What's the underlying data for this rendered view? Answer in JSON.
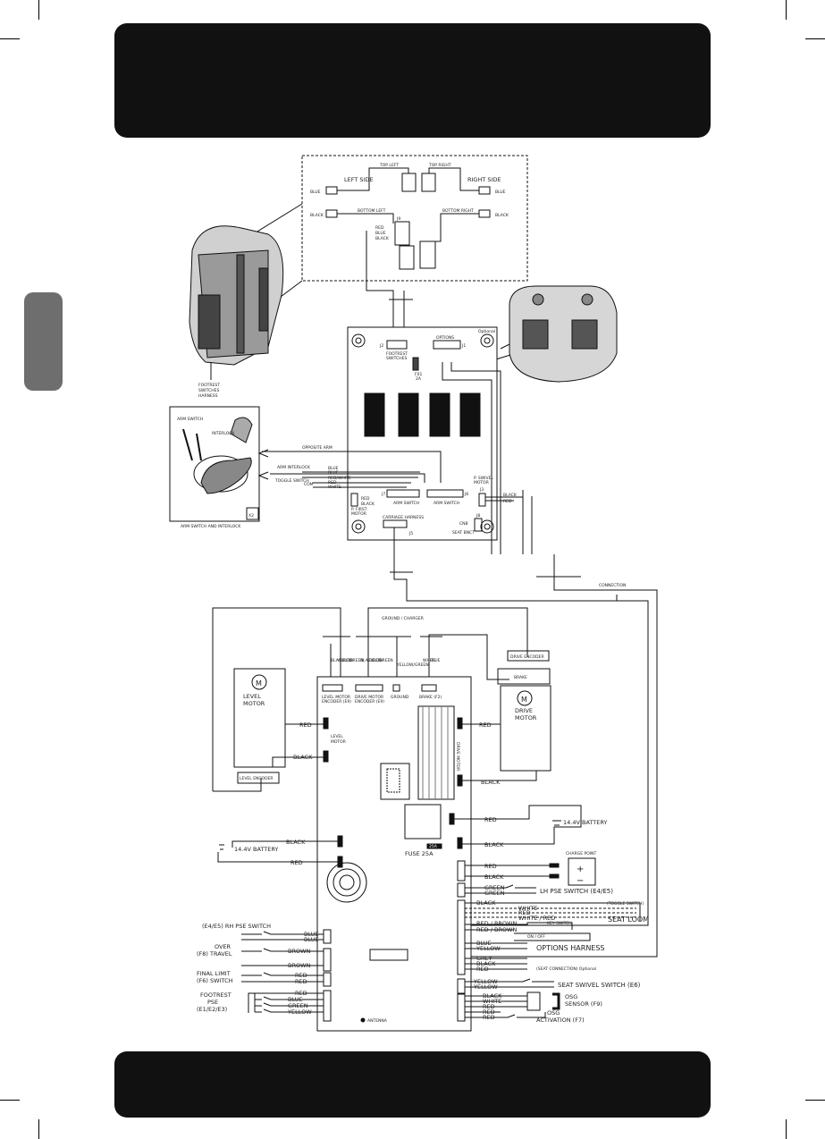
{
  "footrest": {
    "left_side": "LEFT SIDE",
    "right_side": "RIGHT SIDE",
    "top_left": "TOP LEFT",
    "top_right": "TOP RIGHT",
    "bottom_left": "BOTTOM LEFT",
    "bottom_right": "BOTTOM RIGHT",
    "blue": "BLUE",
    "black": "BLACK",
    "red": "RED",
    "j9": "J9",
    "harness_1": "FOOTREST",
    "harness_2": "SWITCHES",
    "harness_3": "HARNESS"
  },
  "upper_board": {
    "optional": "Optional",
    "j2": "J2",
    "j1": "J1",
    "j2_label_1": "FOOTREST",
    "j2_label_2": "SWITCHES",
    "options": "OPTIONS",
    "fuse": "F01",
    "fuse_rating": "2A",
    "arm_interlock": "ARM INTERLOCK",
    "toggle_switch": "TOGGLE SWITCH",
    "com": "COM",
    "j7": "J7",
    "j6": "J6",
    "arm_switch_j7": "ARM SWITCH",
    "arm_switch_j6": "ARM SWITCH",
    "swivel_motor_1": "P. SWIVEL",
    "swivel_motor_2": "MOTOR",
    "j3": "J3",
    "first_motor_1": "P. FIRST",
    "first_motor_2": "MOTOR",
    "carriage_harness": "CARRIAGE HARNESS",
    "j5": "J5",
    "j8": "J8",
    "cnb": "CNB",
    "seat_bnct": "SEAT BNCT",
    "opposite_arm": "OPPOSITE ARM",
    "connection": "CONNECTION"
  },
  "arm_panel": {
    "arm_switch": "ARM SWITCH",
    "interlock": "INTERLOCK",
    "caption": "ARM SWITCH AND INTERLOCK",
    "x2": "X2"
  },
  "main_board": {
    "ground_charger": "GROUND / CHARGER",
    "drive_encoder": "DRIVE ENCODER",
    "brake": "BRAKE",
    "level_motor_encoder_1": "LEVEL MOTOR",
    "level_motor_encoder_2": "ENCODER (E9)",
    "drive_motor_encoder_1": "DRIVE MOTOR",
    "drive_motor_encoder_2": "ENCODER (E9)",
    "ground": "GROUND",
    "brake_f2": "BRAKE (F2)",
    "level_motor_title_1": "LEVEL",
    "level_motor_title_2": "MOTOR",
    "level_motor_conn_1": "LEVEL",
    "level_motor_conn_2": "MOTOR",
    "level_encoder": "LEVEL ENCODER",
    "drive_motor_title_1": "DRIVE",
    "drive_motor_title_2": "MOTOR",
    "drive_motor_conn": "DRIVE MOTOR",
    "motor_symbol": "M",
    "battery_right": "14.4V BATTERY",
    "battery_left": "14.4V BATTERY",
    "fuse_tag": "25A",
    "fuse": "FUSE 25A",
    "charge_point": "CHARGE POINT",
    "lh_pse": "LH PSE SWITCH (E4/E5)",
    "toggle_switch": "(TOGGLE SWITCH)",
    "seat_loom": "SEAT LOOM",
    "key_switch": "KEY SWITCH",
    "on_off": "ON / OFF",
    "options_harness": "OPTIONS HARNESS",
    "seat_connection": "(SEAT CONNECTION) Optional",
    "seat_swivel": "SEAT SWIVEL SWITCH (E6)",
    "osg_sensor_1": "OSG",
    "osg_sensor_2": "SENSOR (F9)",
    "osg_activation_1": "OSG",
    "osg_activation_2": "ACTIVATION (F7)",
    "rh_pse": "(E4/E5) RH PSE SWITCH",
    "over_travel_1": "OVER",
    "over_travel_2": "(F8) TRAVEL",
    "final_limit_1": "FINAL LIMIT",
    "final_limit_2": "(F6) SWITCH",
    "footrest_pse_1": "FOOTREST",
    "footrest_pse_2": "PSE",
    "footrest_pse_3": "(E1/E2/E3)",
    "antenna": "ANTENNA"
  },
  "wire_colors": {
    "red": "RED",
    "black": "BLACK",
    "blue": "BLUE",
    "brown": "BROWN",
    "green": "GREEN",
    "yellow": "YELLOW",
    "grey": "GREY",
    "white": "WHITE",
    "white_red": "WHITE / RED",
    "red_brown": "RED / BROWN",
    "red_white": "RED/WHITE",
    "yellow_green": "YELLOW/GREEN"
  }
}
